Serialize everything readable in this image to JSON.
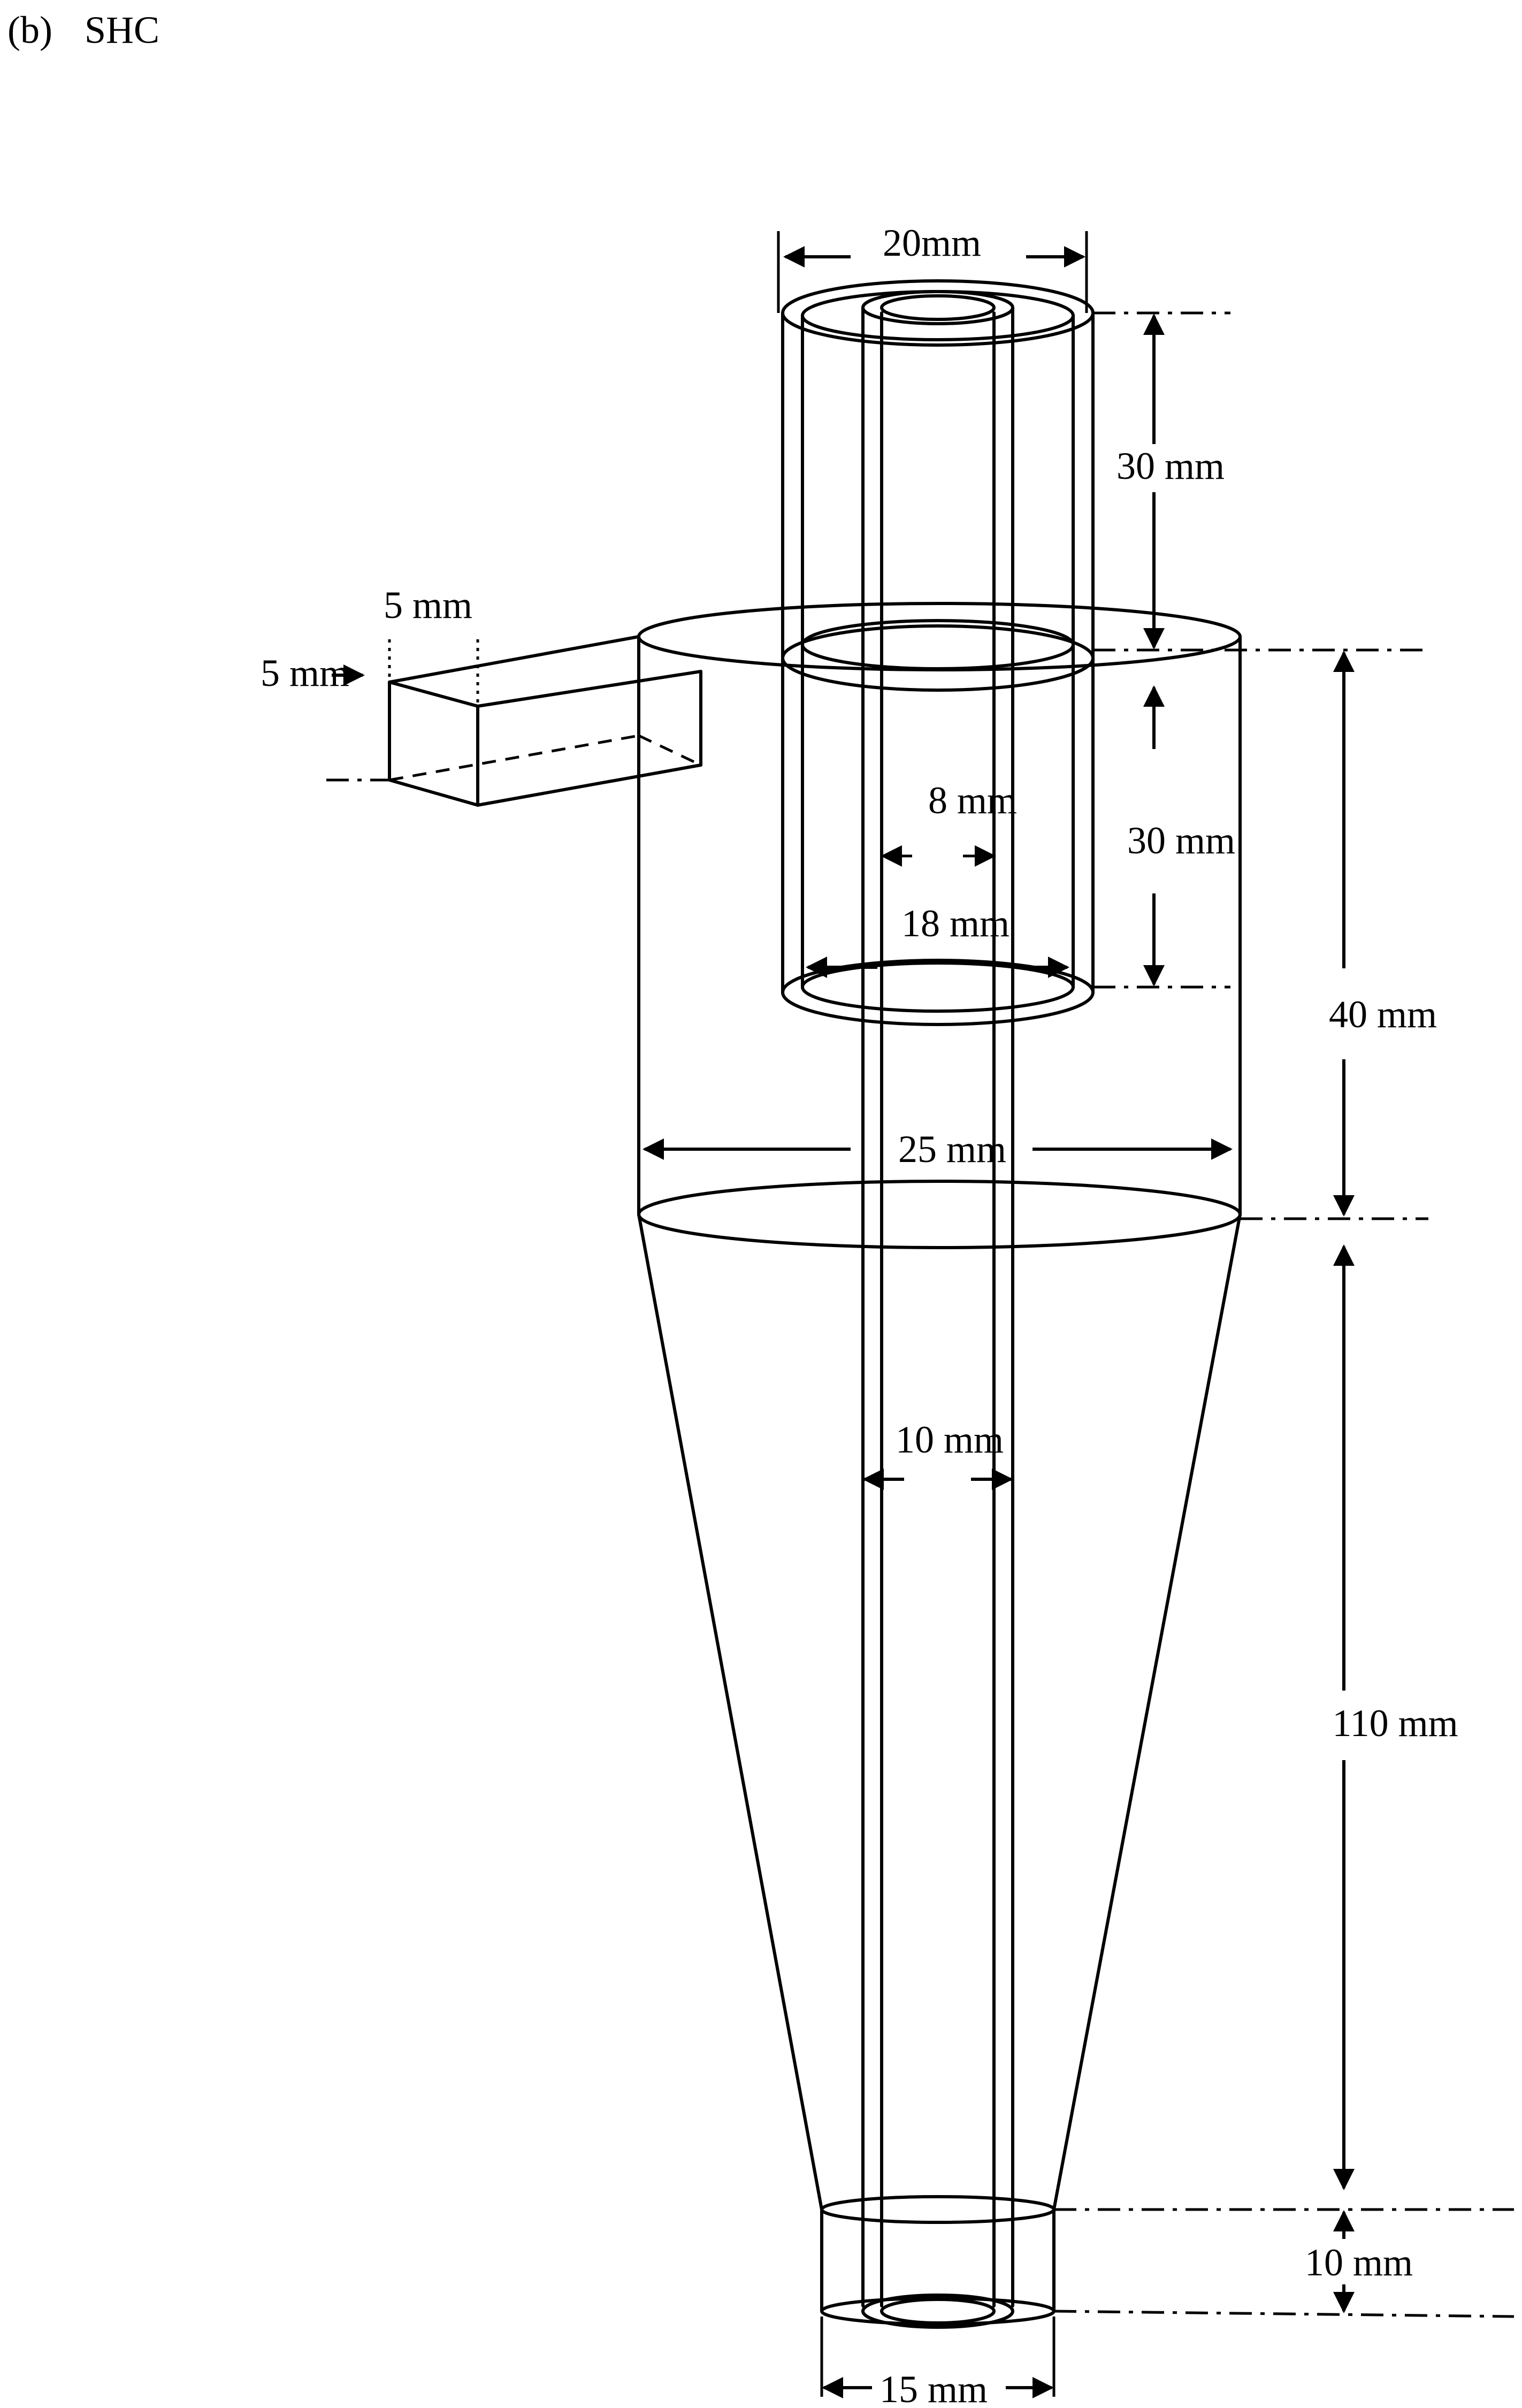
{
  "figure": {
    "label": "(b)",
    "name": "SHC"
  },
  "dimensions": {
    "vortex_finder_outer_diameter": "20mm",
    "vortex_finder_top_height": "30 mm",
    "inlet_width": "5 mm",
    "inlet_height": "5 mm",
    "vortex_finder_inner_diameter": "8 mm",
    "vortex_finder_insertion_depth": "30 mm",
    "vortex_finder_bottom_diameter": "18 mm",
    "cylinder_height": "40 mm",
    "cylinder_diameter": "25 mm",
    "central_tube_diameter": "10 mm",
    "cone_height": "110 mm",
    "apex_height": "10 mm",
    "apex_diameter": "15 mm"
  }
}
